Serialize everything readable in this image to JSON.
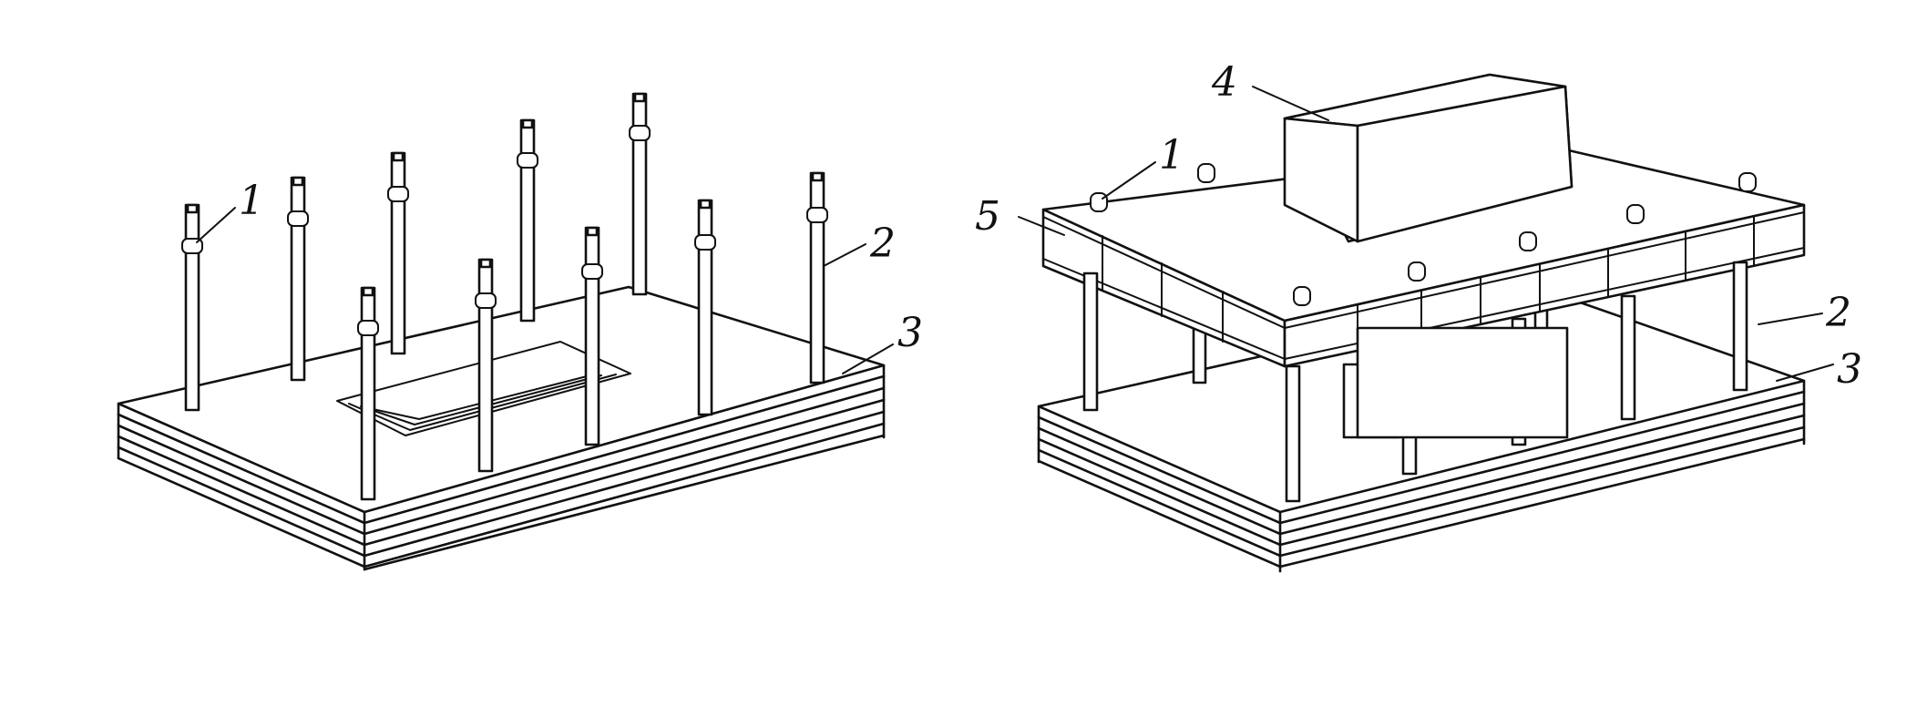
{
  "figure": {
    "left_view": {
      "callouts": [
        {
          "id": "clamp",
          "text": "1"
        },
        {
          "id": "column",
          "text": "2"
        },
        {
          "id": "base-slab",
          "text": "3"
        }
      ]
    },
    "right_view": {
      "callouts": [
        {
          "id": "superstructure-block",
          "text": "4"
        },
        {
          "id": "slab-edge",
          "text": "5"
        },
        {
          "id": "clamp",
          "text": "1"
        },
        {
          "id": "column",
          "text": "2"
        },
        {
          "id": "base-slab",
          "text": "3"
        }
      ]
    }
  }
}
